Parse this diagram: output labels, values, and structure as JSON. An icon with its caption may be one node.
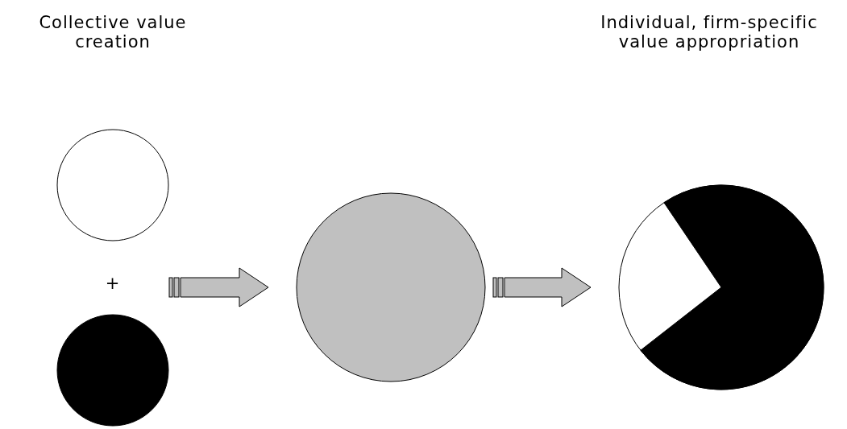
{
  "diagram": {
    "nodes": [
      {
        "text": [],
        "shape": "circle"
      },
      {
        "text": [],
        "shape": "circle"
      },
      {
        "text": [],
        "shape": "circle"
      },
      {
        "text": [],
        "shape": "pie"
      }
    ],
    "edges": [
      {
        "from": 0,
        "to": 2,
        "arrow": "to"
      },
      {
        "from": 1,
        "to": 2,
        "arrow": "to"
      },
      {
        "from": 2,
        "to": 3,
        "arrow": "to"
      }
    ],
    "labels": [
      "Collective value creation",
      "Individual, firm-specific value appropriation",
      "+"
    ]
  }
}
